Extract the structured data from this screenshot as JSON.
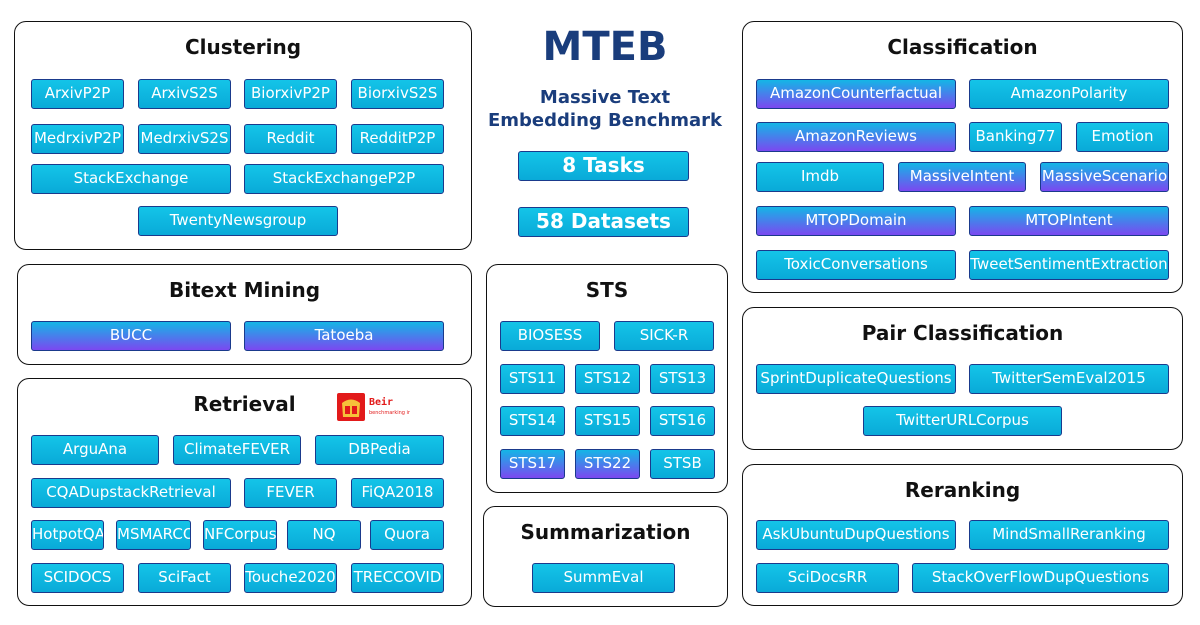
{
  "header": {
    "title": "MTEB",
    "subtitle_line1": "Massive Text",
    "subtitle_line2": "Embedding Benchmark",
    "tasks": "8 Tasks",
    "datasets": "58 Datasets"
  },
  "colors": {
    "cyan": "#0fb8e4",
    "purple": "#7b48f0",
    "navy": "#1a3d7c",
    "beir_red": "#e21a1a"
  },
  "beir": {
    "name": "Beir",
    "tagline": "benchmarking ir"
  },
  "panels": {
    "clustering": {
      "title": "Clustering",
      "datasets": [
        "ArxivP2P",
        "ArxivS2S",
        "BiorxivP2P",
        "BiorxivS2S",
        "MedrxivP2P",
        "MedrxivS2S",
        "Reddit",
        "RedditP2P",
        "StackExchange",
        "StackExchangeP2P",
        "TwentyNewsgroup"
      ]
    },
    "bitext": {
      "title": "Bitext Mining",
      "datasets": [
        "BUCC",
        "Tatoeba"
      ]
    },
    "retrieval": {
      "title": "Retrieval",
      "datasets": [
        "ArguAna",
        "ClimateFEVER",
        "DBPedia",
        "CQADupstackRetrieval",
        "FEVER",
        "FiQA2018",
        "HotpotQA",
        "MSMARCO",
        "NFCorpus",
        "NQ",
        "Quora",
        "SCIDOCS",
        "SciFact",
        "Touche2020",
        "TRECCOVID"
      ]
    },
    "sts": {
      "title": "STS",
      "datasets": [
        "BIOSESS",
        "SICK-R",
        "STS11",
        "STS12",
        "STS13",
        "STS14",
        "STS15",
        "STS16",
        "STS17",
        "STS22",
        "STSB"
      ]
    },
    "summarization": {
      "title": "Summarization",
      "datasets": [
        "SummEval"
      ]
    },
    "classification": {
      "title": "Classification",
      "datasets": [
        "AmazonCounterfactual",
        "AmazonPolarity",
        "AmazonReviews",
        "Banking77",
        "Emotion",
        "Imdb",
        "MassiveIntent",
        "MassiveScenario",
        "MTOPDomain",
        "MTOPIntent",
        "ToxicConversations",
        "TweetSentimentExtraction"
      ]
    },
    "pair": {
      "title": "Pair Classification",
      "datasets": [
        "SprintDuplicateQuestions",
        "TwitterSemEval2015",
        "TwitterURLCorpus"
      ]
    },
    "reranking": {
      "title": "Reranking",
      "datasets": [
        "AskUbuntuDupQuestions",
        "MindSmallReranking",
        "SciDocsRR",
        "StackOverFlowDupQuestions"
      ]
    }
  }
}
